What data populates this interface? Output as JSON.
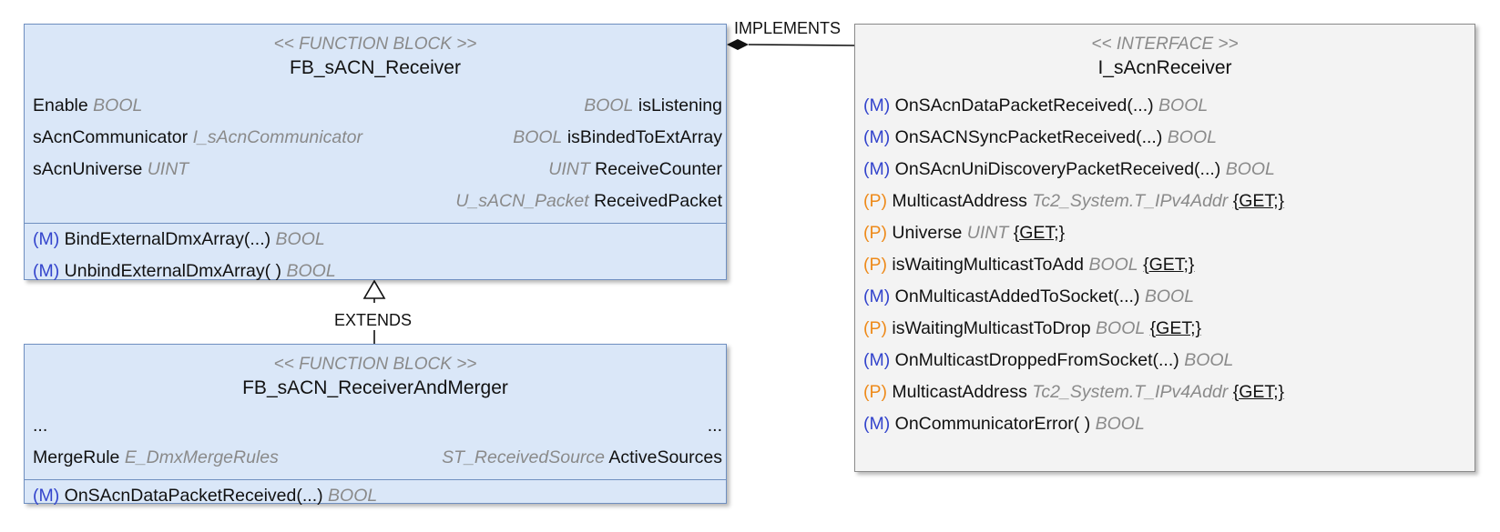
{
  "receiver": {
    "stereotype": "<< FUNCTION BLOCK >>",
    "name": "FB_sACN_Receiver",
    "inputs": [
      {
        "name": "Enable",
        "type": "BOOL"
      },
      {
        "name": "sAcnCommunicator",
        "type": "I_sAcnCommunicator"
      },
      {
        "name": "sAcnUniverse",
        "type": "UINT"
      }
    ],
    "outputs": [
      {
        "type": "BOOL",
        "name": "isListening"
      },
      {
        "type": "BOOL",
        "name": "isBindedToExtArray"
      },
      {
        "type": "UINT",
        "name": "ReceiveCounter"
      },
      {
        "type": "U_sACN_Packet",
        "name": "ReceivedPacket"
      }
    ],
    "methods": [
      {
        "kind": "(M)",
        "name": "BindExternalDmxArray(...)",
        "type": "BOOL"
      },
      {
        "kind": "(M)",
        "name": "UnbindExternalDmxArray( )",
        "type": "BOOL"
      }
    ]
  },
  "merger": {
    "stereotype": "<< FUNCTION BLOCK >>",
    "name": "FB_sACN_ReceiverAndMerger",
    "rows": [
      {
        "left_name": "...",
        "left_type": "",
        "right_type": "",
        "right_name": "..."
      },
      {
        "left_name": "MergeRule",
        "left_type": "E_DmxMergeRules",
        "right_type": "ST_ReceivedSource",
        "right_name": "ActiveSources"
      }
    ],
    "methods": [
      {
        "kind": "(M)",
        "name": "OnSAcnDataPacketReceived(...)",
        "type": "BOOL"
      }
    ]
  },
  "interface": {
    "stereotype": "<< INTERFACE >>",
    "name": "I_sAcnReceiver",
    "members": [
      {
        "kind": "(M)",
        "name": "OnSAcnDataPacketReceived(...)",
        "type": "BOOL",
        "accessor": ""
      },
      {
        "kind": "(M)",
        "name": "OnSACNSyncPacketReceived(...)",
        "type": "BOOL",
        "accessor": ""
      },
      {
        "kind": "(M)",
        "name": "OnSAcnUniDiscoveryPacketReceived(...)",
        "type": "BOOL",
        "accessor": ""
      },
      {
        "kind": "(P)",
        "name": "MulticastAddress",
        "type": "Tc2_System.T_IPv4Addr",
        "accessor": "{GET;}"
      },
      {
        "kind": "(P)",
        "name": "Universe",
        "type": "UINT",
        "accessor": "{GET;}"
      },
      {
        "kind": "(P)",
        "name": "isWaitingMulticastToAdd",
        "type": "BOOL",
        "accessor": "{GET;}"
      },
      {
        "kind": "(M)",
        "name": "OnMulticastAddedToSocket(...)",
        "type": "BOOL",
        "accessor": ""
      },
      {
        "kind": "(P)",
        "name": "isWaitingMulticastToDrop",
        "type": "BOOL",
        "accessor": "{GET;}"
      },
      {
        "kind": "(M)",
        "name": "OnMulticastDroppedFromSocket(...)",
        "type": "BOOL",
        "accessor": ""
      },
      {
        "kind": "(P)",
        "name": "MulticastAddress",
        "type": "Tc2_System.T_IPv4Addr",
        "accessor": "{GET;}"
      },
      {
        "kind": "(M)",
        "name": "OnCommunicatorError( )",
        "type": "BOOL",
        "accessor": ""
      }
    ]
  },
  "connectors": {
    "implements_label": "IMPLEMENTS",
    "extends_label": "EXTENDS"
  },
  "colors": {
    "block_fill": "#dae7f8",
    "block_border": "#6f8fc0",
    "interface_fill": "#f3f3f3",
    "method_marker": "#3344cc",
    "property_marker": "#ee8a1a",
    "type_text": "#8a8a8a"
  }
}
